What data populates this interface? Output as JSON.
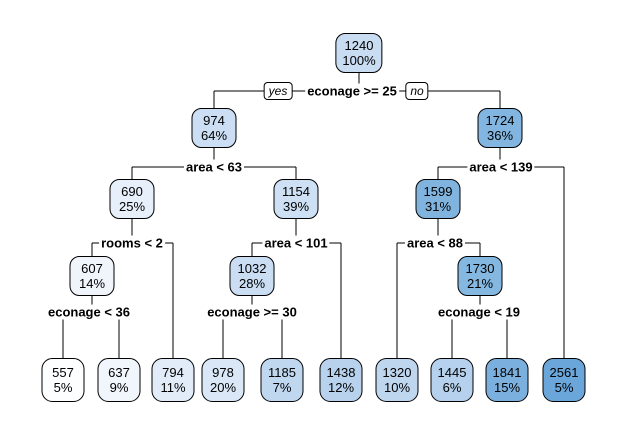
{
  "figure": {
    "type": "decision-tree",
    "style": "rpart-plot",
    "background_color": "#ffffff",
    "connector_color": "#000000",
    "node_border_color": "#000000"
  },
  "splits": [
    {
      "label": "econage >= 25",
      "parent": "1240",
      "left_child": "974",
      "right_child": "1724",
      "yes_label": "yes",
      "no_label": "no"
    },
    {
      "label": "area < 63",
      "parent": "974",
      "left_child": "690",
      "right_child": "1154"
    },
    {
      "label": "area < 139",
      "parent": "1724",
      "left_child": "1599",
      "right_child": "2561"
    },
    {
      "label": "rooms < 2",
      "parent": "690",
      "left_child": "607",
      "right_child": "794"
    },
    {
      "label": "area < 101",
      "parent": "1154",
      "left_child": "1032",
      "right_child": "1438"
    },
    {
      "label": "area < 88",
      "parent": "1599",
      "left_child": "1320",
      "right_child": "1730"
    },
    {
      "label": "econage < 36",
      "parent": "607",
      "left_child": "557",
      "right_child": "637"
    },
    {
      "label": "econage >= 30",
      "parent": "1032",
      "left_child": "978",
      "right_child": "1185"
    },
    {
      "label": "econage < 19",
      "parent": "1730",
      "left_child": "1445",
      "right_child": "1841"
    }
  ],
  "nodes": [
    {
      "value": "1240",
      "percent": "100%",
      "fill": "#C8DCF2"
    },
    {
      "value": "974",
      "percent": "64%",
      "fill": "#CBDEF3"
    },
    {
      "value": "1724",
      "percent": "36%",
      "fill": "#82B5E0"
    },
    {
      "value": "690",
      "percent": "25%",
      "fill": "#E7EFFA"
    },
    {
      "value": "1154",
      "percent": "39%",
      "fill": "#CDE0F4"
    },
    {
      "value": "1599",
      "percent": "31%",
      "fill": "#80B4DF"
    },
    {
      "value": "607",
      "percent": "14%",
      "fill": "#F0F5FC"
    },
    {
      "value": "1032",
      "percent": "28%",
      "fill": "#CADDF2"
    },
    {
      "value": "1730",
      "percent": "21%",
      "fill": "#85B8E1"
    },
    {
      "value": "557",
      "percent": "5%",
      "fill": "#FDFEFF"
    },
    {
      "value": "637",
      "percent": "9%",
      "fill": "#F1F6FC"
    },
    {
      "value": "794",
      "percent": "11%",
      "fill": "#E2ECF8"
    },
    {
      "value": "978",
      "percent": "20%",
      "fill": "#D9E7F6"
    },
    {
      "value": "1185",
      "percent": "7%",
      "fill": "#C0D7F0"
    },
    {
      "value": "1438",
      "percent": "12%",
      "fill": "#B8D2EE"
    },
    {
      "value": "1320",
      "percent": "10%",
      "fill": "#BFD6EF"
    },
    {
      "value": "1445",
      "percent": "6%",
      "fill": "#B6D1ED"
    },
    {
      "value": "1841",
      "percent": "15%",
      "fill": "#7BB0DE"
    },
    {
      "value": "2561",
      "percent": "5%",
      "fill": "#6BA6DA"
    }
  ]
}
